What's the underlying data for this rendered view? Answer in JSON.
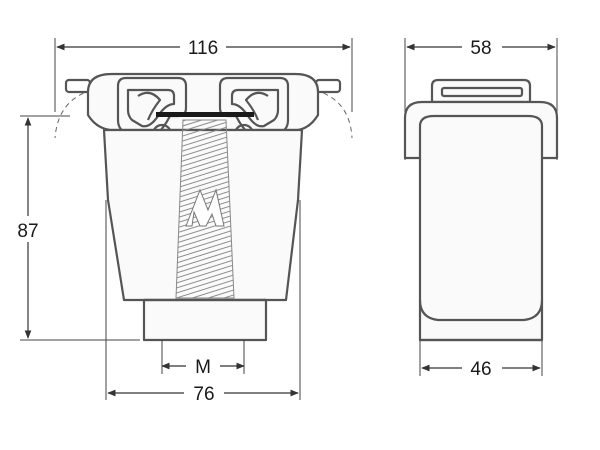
{
  "diagram": {
    "front_view": {
      "width_top": "116",
      "height": "87",
      "thread": "M",
      "width_bottom": "76"
    },
    "side_view": {
      "width_top": "58",
      "width_bottom": "46"
    }
  }
}
